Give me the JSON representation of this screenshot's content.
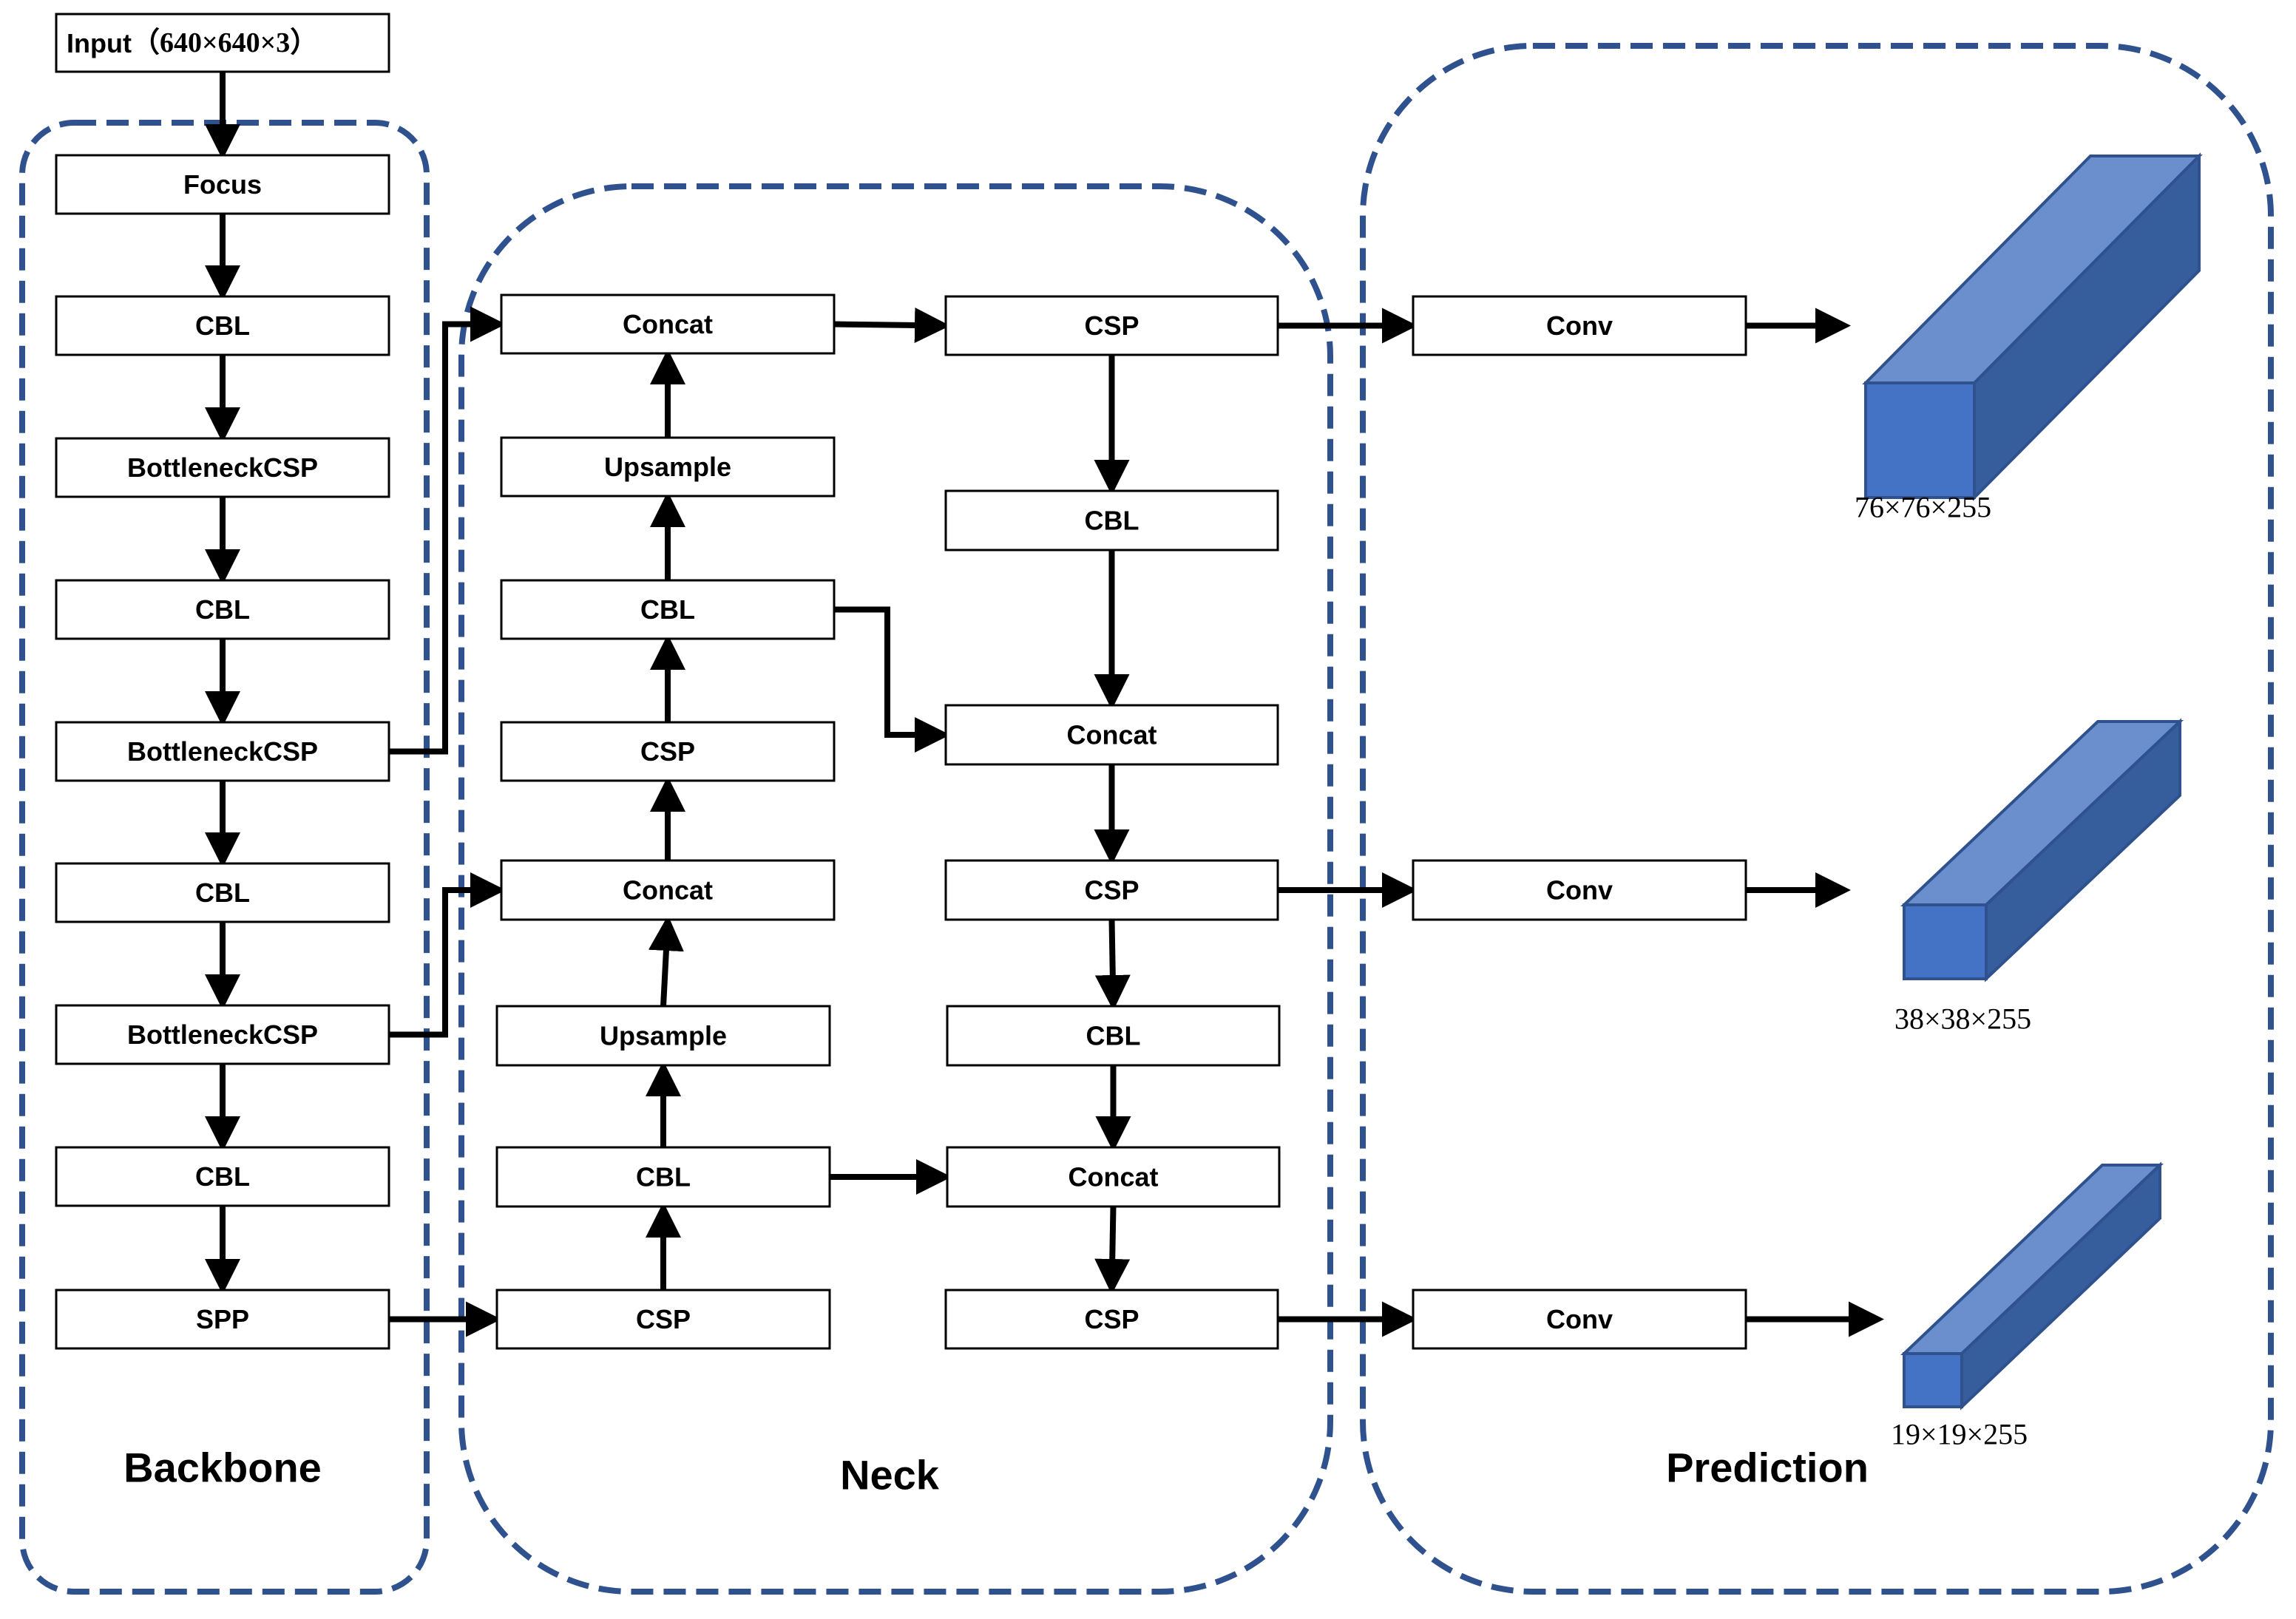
{
  "diagram": {
    "input": {
      "label": "Input",
      "dims": "（640×640×3）"
    },
    "regions": {
      "backbone": "Backbone",
      "neck": "Neck",
      "prediction": "Prediction"
    },
    "backbone": [
      {
        "id": "b_focus",
        "label": "Focus"
      },
      {
        "id": "b_cbl1",
        "label": "CBL"
      },
      {
        "id": "b_bcsp1",
        "label": "BottleneckCSP"
      },
      {
        "id": "b_cbl2",
        "label": "CBL"
      },
      {
        "id": "b_bcsp2",
        "label": "BottleneckCSP"
      },
      {
        "id": "b_cbl3",
        "label": "CBL"
      },
      {
        "id": "b_bcsp3",
        "label": "BottleneckCSP"
      },
      {
        "id": "b_cbl4",
        "label": "CBL"
      },
      {
        "id": "b_spp",
        "label": "SPP"
      }
    ],
    "neck_left": [
      {
        "id": "nl_concat1",
        "label": "Concat"
      },
      {
        "id": "nl_ups1",
        "label": "Upsample"
      },
      {
        "id": "nl_cbl1",
        "label": "CBL"
      },
      {
        "id": "nl_csp1",
        "label": "CSP"
      },
      {
        "id": "nl_concat2",
        "label": "Concat"
      },
      {
        "id": "nl_ups2",
        "label": "Upsample"
      },
      {
        "id": "nl_cbl2",
        "label": "CBL"
      },
      {
        "id": "nl_csp2",
        "label": "CSP"
      }
    ],
    "neck_right": [
      {
        "id": "nr_csp1",
        "label": "CSP"
      },
      {
        "id": "nr_cbl1",
        "label": "CBL"
      },
      {
        "id": "nr_concat1",
        "label": "Concat"
      },
      {
        "id": "nr_csp2",
        "label": "CSP"
      },
      {
        "id": "nr_cbl2",
        "label": "CBL"
      },
      {
        "id": "nr_concat2",
        "label": "Concat"
      },
      {
        "id": "nr_csp3",
        "label": "CSP"
      }
    ],
    "prediction": [
      {
        "id": "p_conv1",
        "label": "Conv",
        "output": "76×76×255"
      },
      {
        "id": "p_conv2",
        "label": "Conv",
        "output": "38×38×255"
      },
      {
        "id": "p_conv3",
        "label": "Conv",
        "output": "19×19×255"
      }
    ],
    "edges": [
      [
        "input",
        "b_focus"
      ],
      [
        "b_focus",
        "b_cbl1"
      ],
      [
        "b_cbl1",
        "b_bcsp1"
      ],
      [
        "b_bcsp1",
        "b_cbl2"
      ],
      [
        "b_cbl2",
        "b_bcsp2"
      ],
      [
        "b_bcsp2",
        "b_cbl3"
      ],
      [
        "b_cbl3",
        "b_bcsp3"
      ],
      [
        "b_bcsp3",
        "b_cbl4"
      ],
      [
        "b_cbl4",
        "b_spp"
      ],
      [
        "b_spp",
        "nl_csp2"
      ],
      [
        "nl_csp2",
        "nl_cbl2"
      ],
      [
        "nl_cbl2",
        "nl_ups2"
      ],
      [
        "nl_ups2",
        "nl_concat2"
      ],
      [
        "b_bcsp3",
        "nl_concat2"
      ],
      [
        "nl_concat2",
        "nl_csp1"
      ],
      [
        "nl_csp1",
        "nl_cbl1"
      ],
      [
        "nl_cbl1",
        "nl_ups1"
      ],
      [
        "nl_ups1",
        "nl_concat1"
      ],
      [
        "b_bcsp2",
        "nl_concat1"
      ],
      [
        "nl_concat1",
        "nr_csp1"
      ],
      [
        "nr_csp1",
        "nr_cbl1"
      ],
      [
        "nr_cbl1",
        "nr_concat1"
      ],
      [
        "nl_cbl1",
        "nr_concat1"
      ],
      [
        "nr_concat1",
        "nr_csp2"
      ],
      [
        "nr_csp2",
        "nr_cbl2"
      ],
      [
        "nr_cbl2",
        "nr_concat2"
      ],
      [
        "nl_cbl2",
        "nr_concat2"
      ],
      [
        "nr_concat2",
        "nr_csp3"
      ],
      [
        "nr_csp1",
        "p_conv1"
      ],
      [
        "nr_csp2",
        "p_conv2"
      ],
      [
        "nr_csp3",
        "p_conv3"
      ],
      [
        "p_conv1",
        "out1"
      ],
      [
        "p_conv2",
        "out2"
      ],
      [
        "p_conv3",
        "out3"
      ]
    ],
    "colors": {
      "region_border": "#2F528F",
      "cube_front": "#4472C4",
      "cube_top": "#6A8FCC",
      "cube_side": "#365D9C"
    }
  }
}
